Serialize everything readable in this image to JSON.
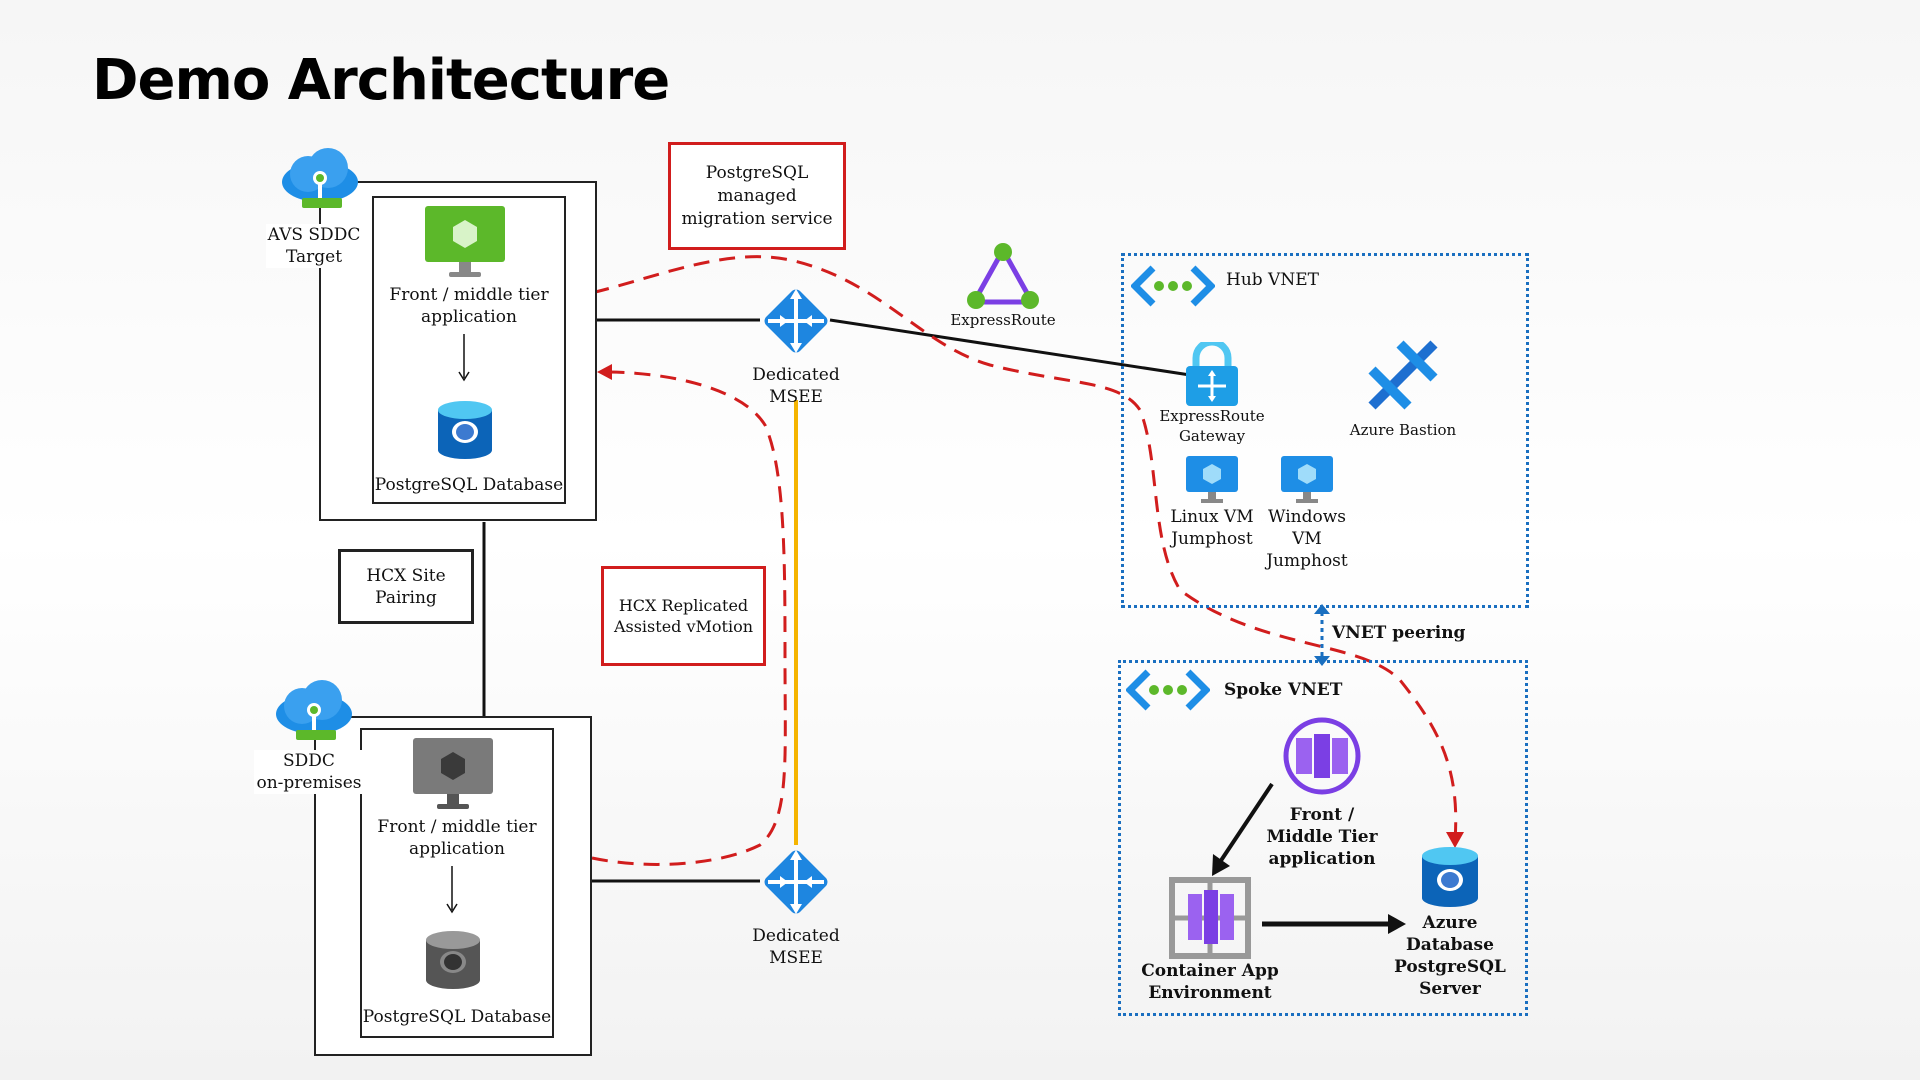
{
  "title": "Demo Architecture",
  "avs_target": {
    "site_label": "AVS SDDC\nTarget",
    "app_label": "Front / middle tier application",
    "db_label": "PostgreSQL Database"
  },
  "on_prem": {
    "site_label": "SDDC\non-premises",
    "app_label": "Front / middle tier application",
    "db_label": "PostgreSQL Database"
  },
  "hcx_site_pairing": "HCX Site Pairing",
  "migration_service": "PostgreSQL managed migration service",
  "hcx_rav": "HCX Replicated Assisted vMotion",
  "msee_top": "Dedicated MSEE",
  "msee_bottom": "Dedicated MSEE",
  "expressroute": "ExpressRoute",
  "hub": {
    "title": "Hub VNET",
    "gateway": "ExpressRoute Gateway",
    "bastion": "Azure Bastion",
    "linux_vm": "Linux VM Jumphost",
    "windows_vm": "Windows VM Jumphost"
  },
  "vnet_peering": "VNET peering",
  "spoke": {
    "title": "Spoke VNET",
    "app": "Front / Middle Tier application",
    "container_env": "Container App Environment",
    "pg_server": "Azure Database PostgreSQL Server"
  },
  "colors": {
    "red_dash": "#d11d1d",
    "yellow_link": "#f5b400",
    "azure_blue": "#1a6fc0",
    "purple": "#7b3fe4",
    "green": "#5cb82a"
  }
}
